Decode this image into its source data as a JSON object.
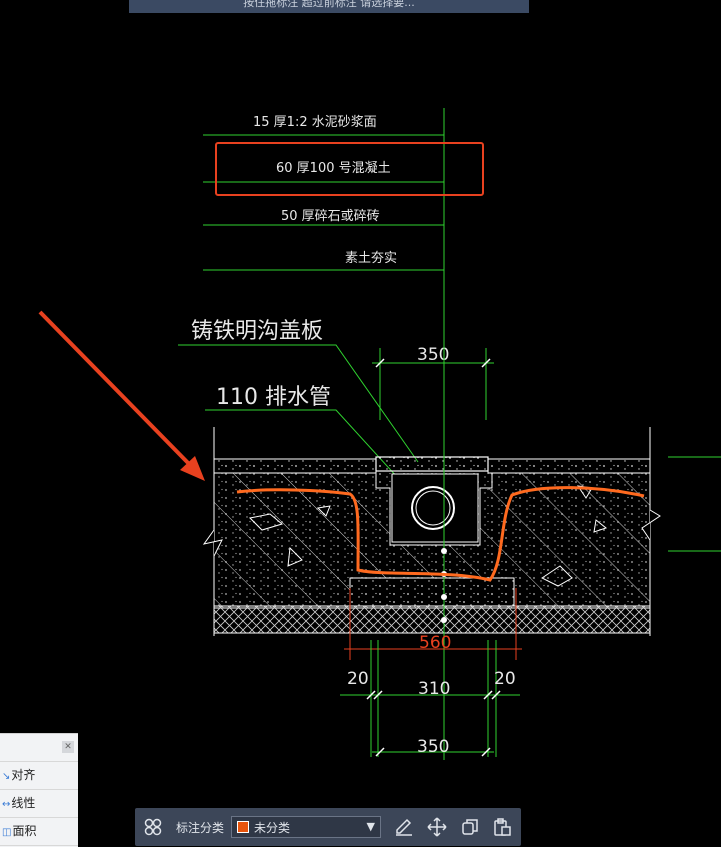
{
  "top_bar": {
    "text": "按住拖标注 超过前标注 请选择要..."
  },
  "layers": {
    "layer1": "15 厚1:2 水泥砂浆面",
    "layer2": "60 厚100 号混凝土",
    "layer3": "50 厚碎石或碎砖",
    "layer4": "素土夯实"
  },
  "labels": {
    "cover": "铸铁明沟盖板",
    "pipe": "110 排水管"
  },
  "dimensions": {
    "top": "350",
    "red": "560",
    "left": "20",
    "middle": "310",
    "right": "20",
    "bottom": "350"
  },
  "side_panel": {
    "close": "✕",
    "items": [
      {
        "icon": "align-icon",
        "label": "对齐"
      },
      {
        "icon": "linear-icon",
        "label": "线性"
      },
      {
        "icon": "area-icon",
        "label": "面积"
      }
    ]
  },
  "toolbar": {
    "category_label": "标注分类",
    "category_value": "未分类",
    "swatch_color": "#e8540c"
  },
  "colors": {
    "highlight": "#e8411f",
    "annotation_stroke": "#ff6a1f",
    "leader": "#2fd22f"
  }
}
